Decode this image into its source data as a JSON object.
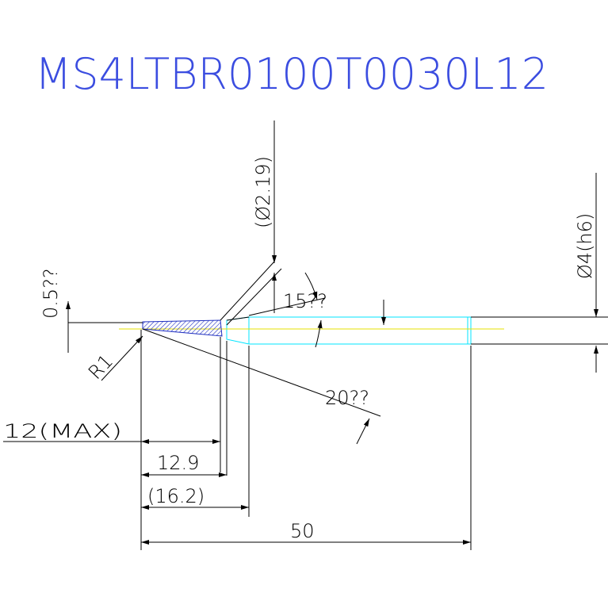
{
  "title": "MS4LTBR0100T0030L12",
  "dims": {
    "dia_neck": "(Ø2.19)",
    "dia_shank": "Ø4(h6)",
    "chamfer": "0.5??",
    "radius": "R1",
    "angle_15": "15??",
    "angle_20": "20??",
    "len_max": "12(MAX)",
    "len_129": "12.9",
    "len_162": "(16.2)",
    "len_50": "50"
  },
  "colors": {
    "title": "#3b4de0",
    "line": "#000000",
    "body": "#00e5ff",
    "hatch": "#2030c0",
    "center": "#e6e000"
  }
}
